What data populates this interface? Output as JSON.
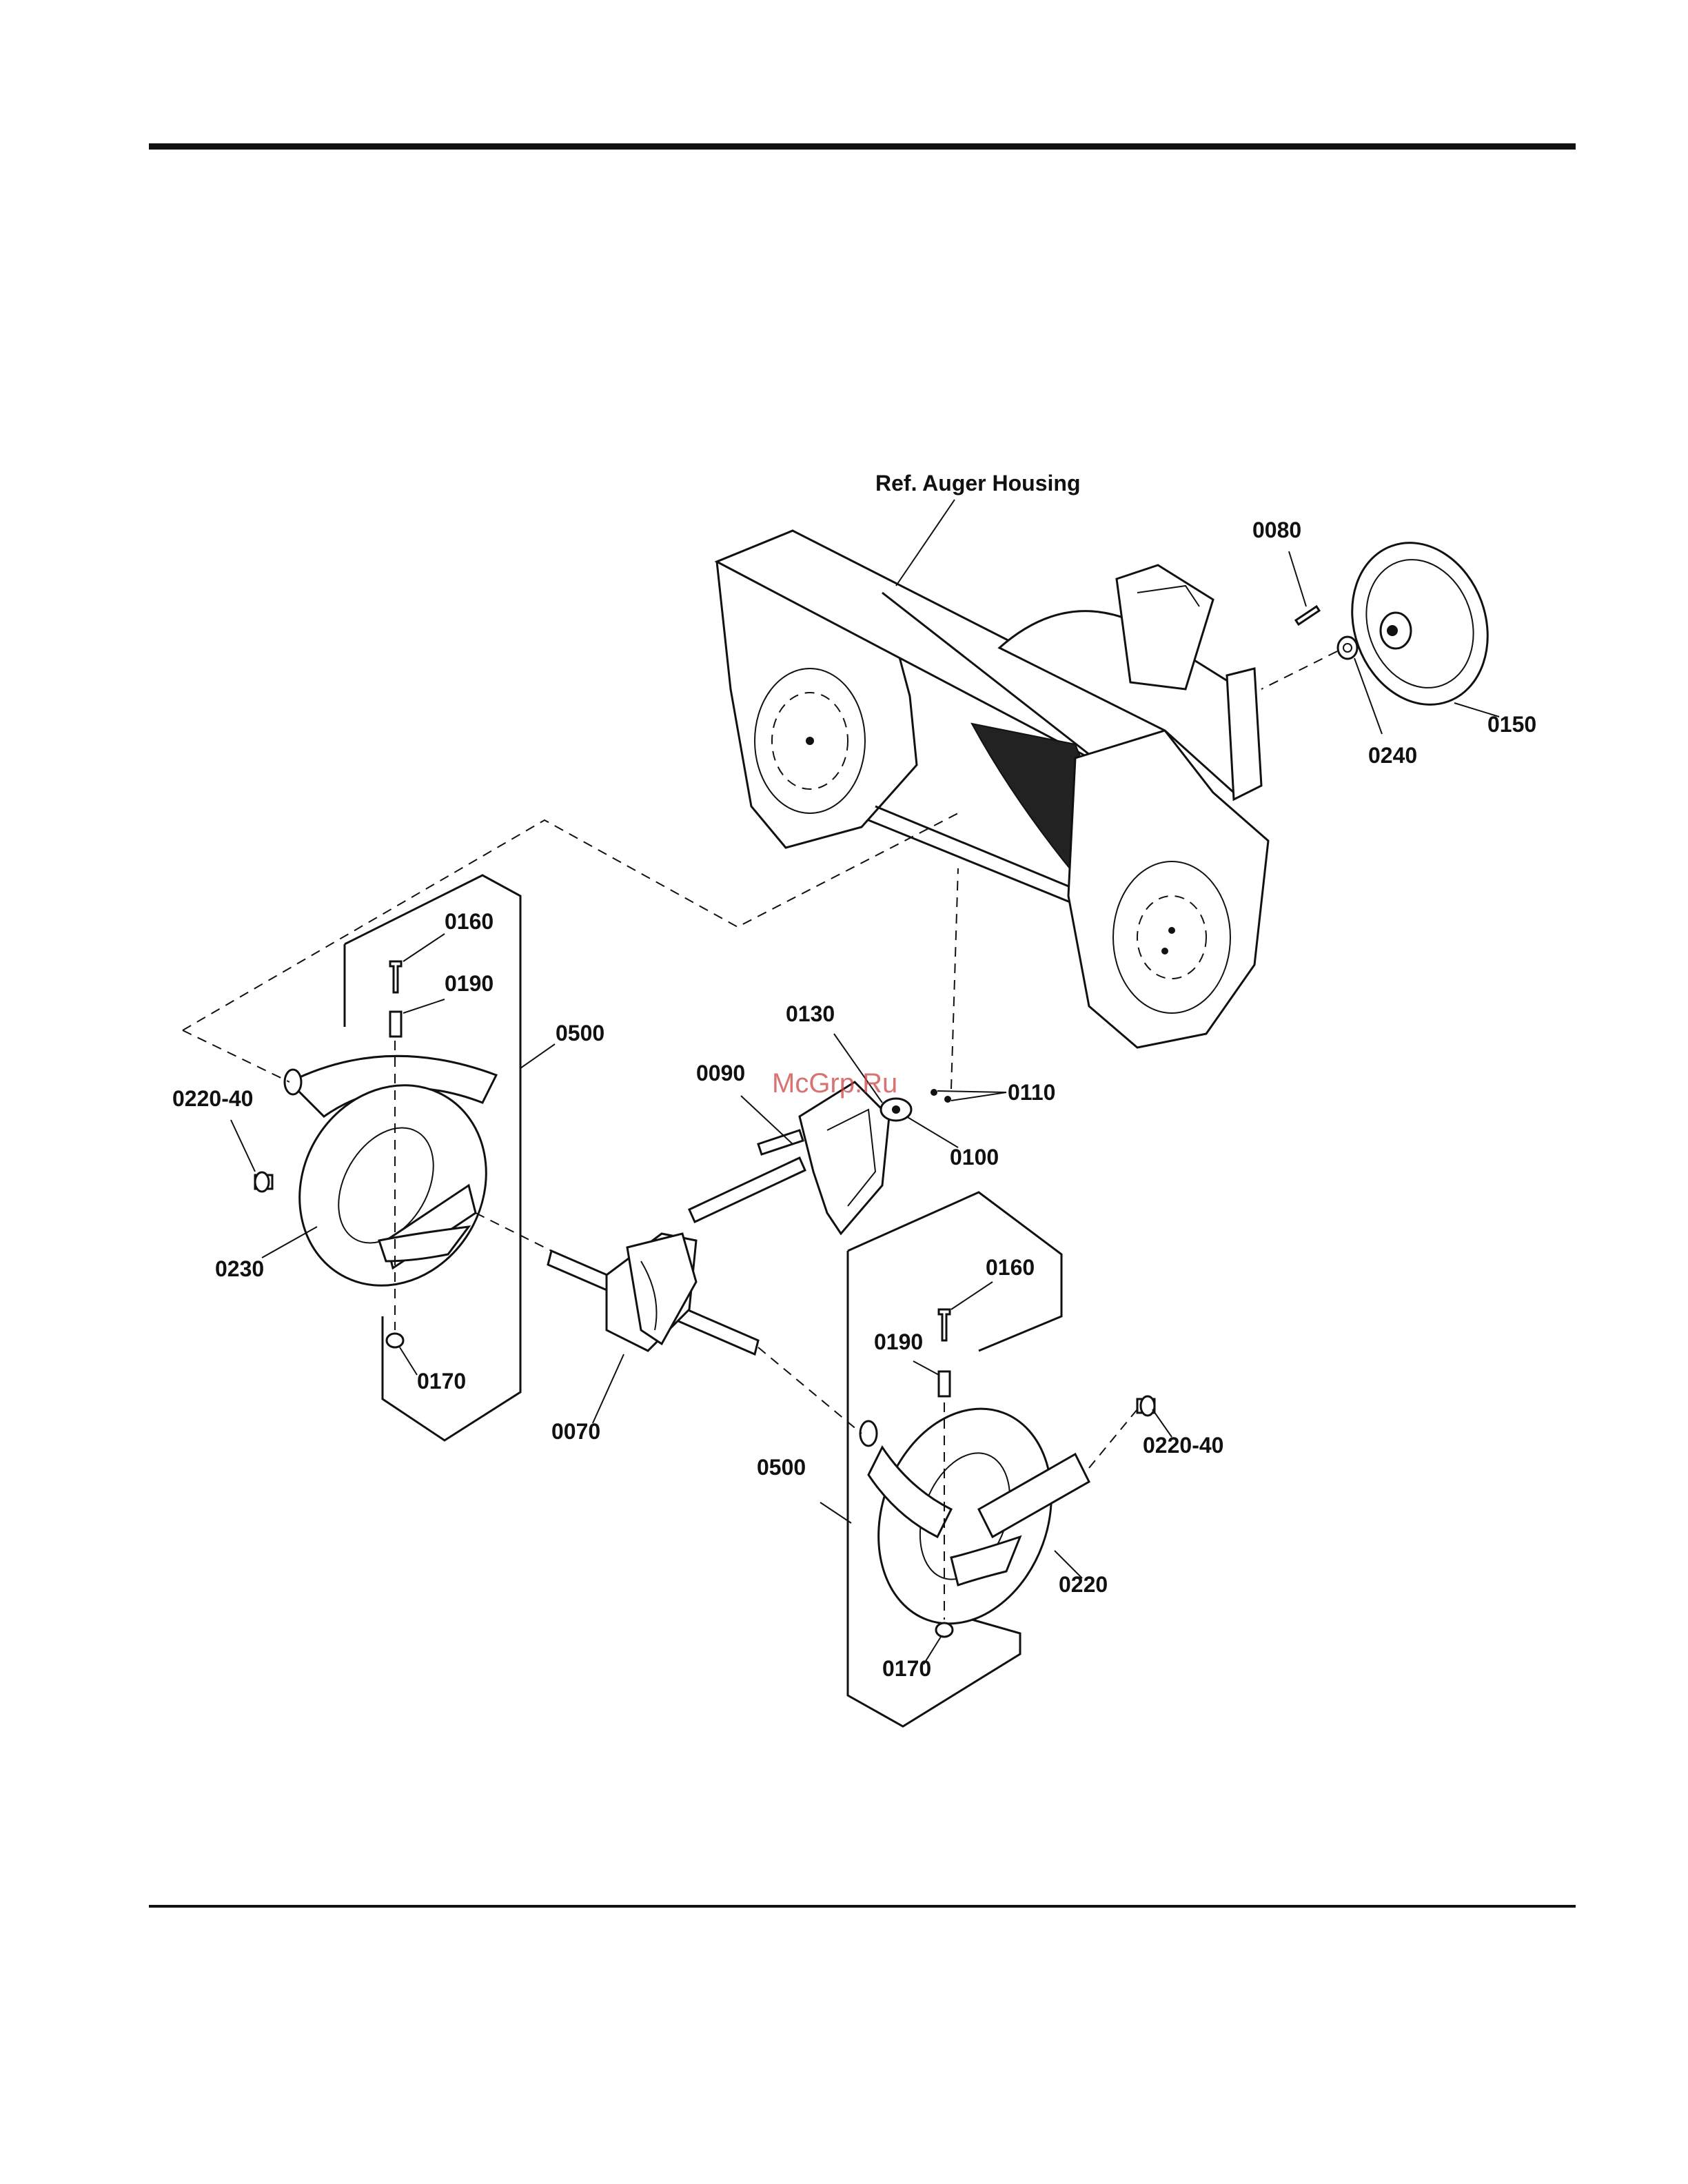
{
  "labels": {
    "ref_auger_housing": "Ref. Auger Housing",
    "p0080": "0080",
    "p0150": "0150",
    "p0240": "0240",
    "p0160_left": "0160",
    "p0190_left": "0190",
    "p0500_left": "0500",
    "p0220_40_left": "0220-40",
    "p0230": "0230",
    "p0170_left": "0170",
    "p0130": "0130",
    "p0090": "0090",
    "p0110": "0110",
    "p0100": "0100",
    "p0070": "0070",
    "p0160_right": "0160",
    "p0190_right": "0190",
    "p0500_right": "0500",
    "p0220_40_right": "0220-40",
    "p0220": "0220",
    "p0170_right": "0170"
  },
  "watermark": "McGrp.Ru"
}
